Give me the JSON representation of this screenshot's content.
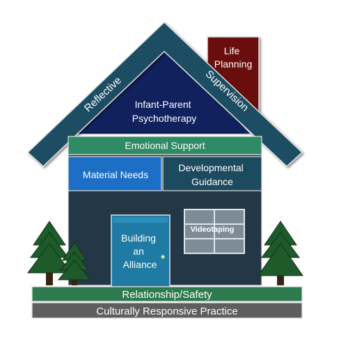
{
  "house": {
    "roof": {
      "reflective": "Reflective",
      "supervision": "Supervision",
      "peak_lines": [
        "Infant-Parent",
        "Psychotherapy"
      ]
    },
    "chimney_lines": [
      "Life",
      "Planning"
    ],
    "emotional_support": "Emotional Support",
    "material_needs": "Material Needs",
    "developmental_lines": [
      "Developmental",
      "Guidance"
    ],
    "door_lines": [
      "Building",
      "an",
      "Alliance"
    ],
    "window_label": "Videotaping",
    "foundation": {
      "relationship": "Relationship/Safety",
      "culture": "Culturally Responsive Practice"
    }
  },
  "colors": {
    "roof_band": "#1d4e63",
    "attic": "#11215e",
    "chimney": "#6b0e0e",
    "green_band": "#2e8b65",
    "material_blue": "#1d6ec5",
    "developmental": "#1c4a5e",
    "wall": "#243746",
    "door": "#1f7ba3",
    "window": "#7c8c98",
    "relationship": "#2d7a4f",
    "culture": "#5e5e5e",
    "tree": "#1f5a2a",
    "trunk": "#3a2410"
  }
}
